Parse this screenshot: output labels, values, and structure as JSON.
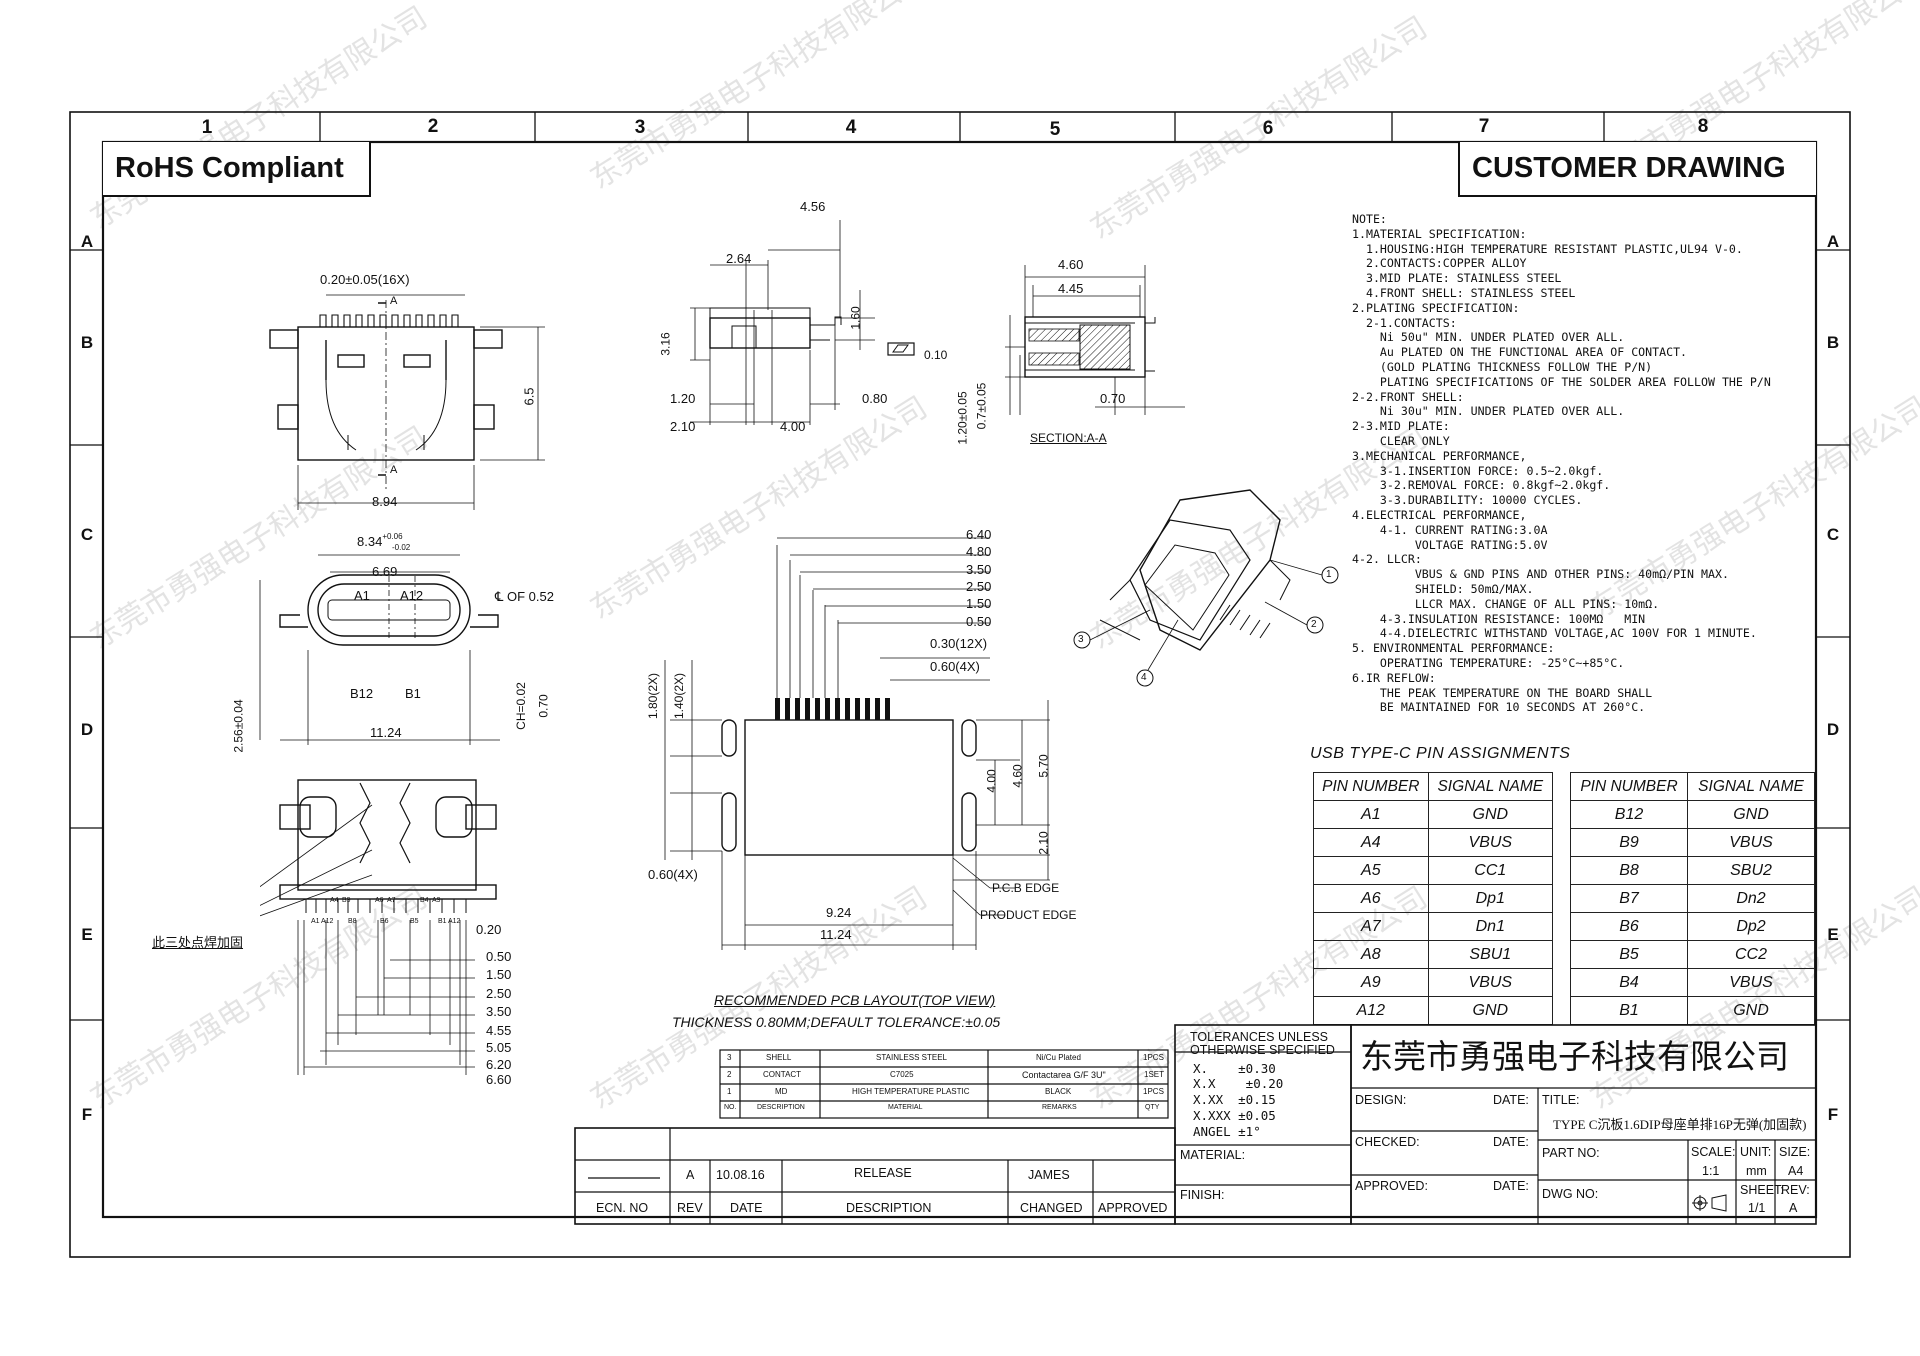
{
  "banners": {
    "rohs": "RoHS Compliant",
    "customer_drawing": "CUSTOMER DRAWING"
  },
  "grid": {
    "columns": [
      "1",
      "2",
      "3",
      "4",
      "5",
      "6",
      "7",
      "8"
    ],
    "rows": [
      "A",
      "B",
      "C",
      "D",
      "E",
      "F"
    ]
  },
  "top_view": {
    "dims": [
      "0.20±0.05(16X)",
      "6.5",
      "8.94"
    ],
    "section_mark": "A"
  },
  "end_view": {
    "dims": [
      "8.34",
      "+0.06",
      "-0.02",
      "6.69",
      "℄ OF 0.52",
      "CH=0.02",
      "0.70",
      "2.56±0.04",
      "11.24"
    ],
    "pins": [
      "A1",
      "A12",
      "B12",
      "B1"
    ]
  },
  "side_view": {
    "dims": [
      "4.56",
      "2.64",
      "3.16",
      "1.60",
      "0.10",
      "1.20",
      "0.80",
      "2.10",
      "4.00"
    ]
  },
  "section_view": {
    "dims": [
      "4.60",
      "4.45",
      "1.20±0.05",
      "0.7±0.05",
      "0.70"
    ],
    "caption": "SECTION:A-A"
  },
  "bottom_view": {
    "pin_labels": [
      "A4",
      "B9",
      "A6",
      "A7",
      "B4",
      "A9"
    ],
    "pin_labels_lower": [
      "A1",
      "A12",
      "B8",
      "B6",
      "B5",
      "B1",
      "A12"
    ],
    "dims": [
      "0.20",
      "0.50",
      "1.50",
      "2.50",
      "3.50",
      "4.55",
      "5.05",
      "6.20",
      "6.60"
    ],
    "note": "此三处点焊加固"
  },
  "pcb_layout": {
    "dims_right": [
      "6.40",
      "4.80",
      "3.50",
      "2.50",
      "1.50",
      "0.50",
      "0.30(12X)",
      "0.60(4X)"
    ],
    "dims_left": [
      "1.80(2X)",
      "1.40(2X)",
      "0.60(4X)"
    ],
    "dims_vert": [
      "4.00",
      "4.60",
      "5.70",
      "2.10"
    ],
    "dims_bottom": [
      "9.24",
      "11.24"
    ],
    "edge_labels": [
      "P.C.B EDGE",
      "PRODUCT EDGE"
    ],
    "title": "RECOMMENDED PCB LAYOUT(TOP VIEW)",
    "subtitle": "THICKNESS 0.80MM;DEFAULT TOLERANCE:±0.05"
  },
  "iso_callouts": [
    "1",
    "2",
    "3",
    "4"
  ],
  "notes": [
    "NOTE:",
    "1.MATERIAL SPECIFICATION:",
    "  1.HOUSING:HIGH TEMPERATURE RESISTANT PLASTIC,UL94 V-0.",
    "  2.CONTACTS:COPPER ALLOY",
    "  3.MID PLATE: STAINLESS STEEL",
    "  4.FRONT SHELL: STAINLESS STEEL",
    "2.PLATING SPECIFICATION:",
    "  2-1.CONTACTS:",
    "    Ni 50u\" MIN. UNDER PLATED OVER ALL.",
    "    Au PLATED ON THE FUNCTIONAL AREA OF CONTACT.",
    "    (GOLD PLATING THICKNESS FOLLOW THE P/N)",
    "    PLATING SPECIFICATIONS OF THE SOLDER AREA FOLLOW THE P/N",
    "2-2.FRONT SHELL:",
    "    Ni 30u\" MIN. UNDER PLATED OVER ALL.",
    "2-3.MID PLATE:",
    "    CLEAR ONLY",
    "3.MECHANICAL PERFORMANCE,",
    "    3-1.INSERTION FORCE: 0.5~2.0kgf.",
    "    3-2.REMOVAL FORCE: 0.8kgf~2.0kgf.",
    "    3-3.DURABILITY: 10000 CYCLES.",
    "4.ELECTRICAL PERFORMANCE,",
    "    4-1. CURRENT RATING:3.0A",
    "         VOLTAGE RATING:5.0V",
    "4-2. LLCR:",
    "         VBUS & GND PINS AND OTHER PINS: 40mΩ/PIN MAX.",
    "         SHIELD: 50mΩ/MAX.",
    "         LLCR MAX. CHANGE OF ALL PINS: 10mΩ.",
    "    4-3.INSULATION RESISTANCE: 100MΩ   MIN",
    "    4-4.DIELECTRIC WITHSTAND VOLTAGE,AC 100V FOR 1 MINUTE.",
    "5. ENVIRONMENTAL PERFORMANCE:",
    "    OPERATING TEMPERATURE: -25°C~+85°C.",
    "6.IR REFLOW:",
    "    THE PEAK TEMPERATURE ON THE BOARD SHALL",
    "    BE MAINTAINED FOR 10 SECONDS AT 260°C."
  ],
  "pin_table": {
    "title": "USB TYPE-C PIN ASSIGNMENTS",
    "headers": [
      "PIN NUMBER",
      "SIGNAL NAME",
      "PIN NUMBER",
      "SIGNAL NAME"
    ],
    "rows": [
      [
        "A1",
        "GND",
        "B12",
        "GND"
      ],
      [
        "A4",
        "VBUS",
        "B9",
        "VBUS"
      ],
      [
        "A5",
        "CC1",
        "B8",
        "SBU2"
      ],
      [
        "A6",
        "Dp1",
        "B7",
        "Dn2"
      ],
      [
        "A7",
        "Dn1",
        "B6",
        "Dp2"
      ],
      [
        "A8",
        "SBU1",
        "B5",
        "CC2"
      ],
      [
        "A9",
        "VBUS",
        "B4",
        "VBUS"
      ],
      [
        "A12",
        "GND",
        "B1",
        "GND"
      ]
    ]
  },
  "bom": {
    "rows": [
      [
        "3",
        "SHELL",
        "STAINLESS STEEL",
        "Ni/Cu Plated",
        "1PCS"
      ],
      [
        "2",
        "CONTACT",
        "C7025",
        "Contactarea G/F 3U\"",
        "1SET"
      ],
      [
        "1",
        "MD",
        "HIGH TEMPERATURE PLASTIC",
        "BLACK",
        "1PCS"
      ]
    ],
    "headers": [
      "NO.",
      "DESCRIPTION",
      "MATERIAL",
      "REMARKS",
      "QTY"
    ]
  },
  "revision": {
    "row": [
      "A",
      "10.08.16",
      "RELEASE",
      "JAMES"
    ],
    "headers": [
      "ECN. NO",
      "REV",
      "DATE",
      "DESCRIPTION",
      "CHANGED",
      "APPROVED"
    ]
  },
  "tolerances": {
    "title1": "TOLERANCES UNLESS",
    "title2": "OTHERWISE SPECIFIED",
    "lines": [
      "X.    ±0.30",
      "X.X    ±0.20",
      "X.XX  ±0.15",
      "X.XXX ±0.05",
      "ANGEL ±1°"
    ],
    "material": "MATERIAL:",
    "finish": "FINISH:"
  },
  "title_block": {
    "company": "东莞市勇强电子科技有限公司",
    "design": "DESIGN:",
    "checked": "CHECKED:",
    "approved": "APPROVED:",
    "date": "DATE:",
    "title_label": "TITLE:",
    "title": "TYPE C沉板1.6DIP母座单排16P无弹(加固款)",
    "part_no": "PART NO:",
    "dwg_no": "DWG NO:",
    "scale_label": "SCALE:",
    "scale": "1:1",
    "unit_label": "UNIT:",
    "unit": "mm",
    "size_label": "SIZE:",
    "size": "A4",
    "sheet_label": "SHEET:",
    "sheet": "1/1",
    "rev_label": "REV:",
    "rev": "A"
  },
  "watermark": "东莞市勇强电子科技有限公司",
  "colors": {
    "ink": "#111111",
    "watermark": "#c9c9c9"
  }
}
